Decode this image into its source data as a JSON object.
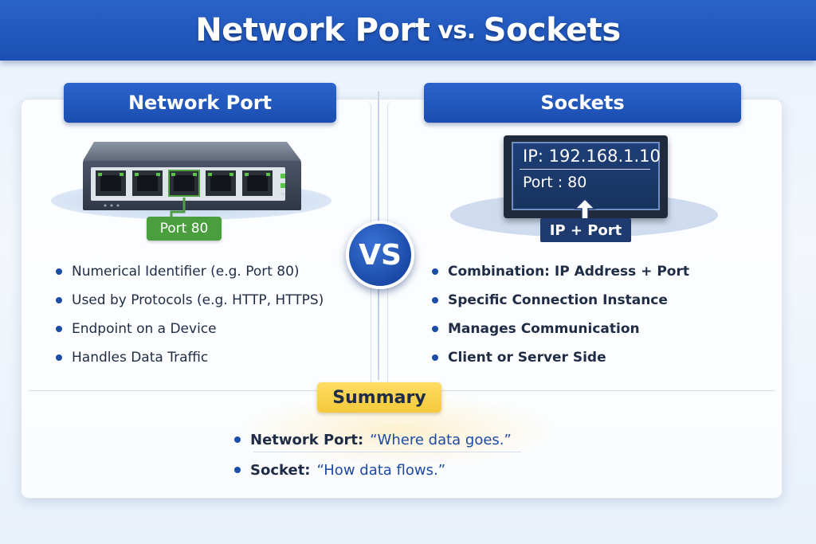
{
  "header": {
    "title_left": "Network Port",
    "title_vs": "vs.",
    "title_right": "Sockets"
  },
  "vs_badge": "VS",
  "left": {
    "title": "Network Port",
    "port_label": "Port 80",
    "bullets": [
      "Numerical Identifier (e.g. Port 80)",
      "Used by Protocols (e.g. HTTP, HTTPS)",
      "Endpoint on a Device",
      "Handles Data Traffic"
    ]
  },
  "right": {
    "title": "Sockets",
    "ip_line": "IP: 192.168.1.10",
    "port_line": "Port : 80",
    "ipport_label": "IP + Port",
    "bullets": [
      "Combination: IP Address + Port",
      "Specific Connection Instance",
      "Manages Communication",
      "Client or Server Side"
    ]
  },
  "summary": {
    "title": "Summary",
    "items": [
      {
        "key": "Network Port:",
        "value": "“Where data goes.”"
      },
      {
        "key": "Socket:",
        "value": "“How data flows.”"
      }
    ]
  },
  "colors": {
    "primary_blue": "#1b4fb3",
    "port_green": "#4a9e3e",
    "summary_yellow": "#f5c93a"
  }
}
